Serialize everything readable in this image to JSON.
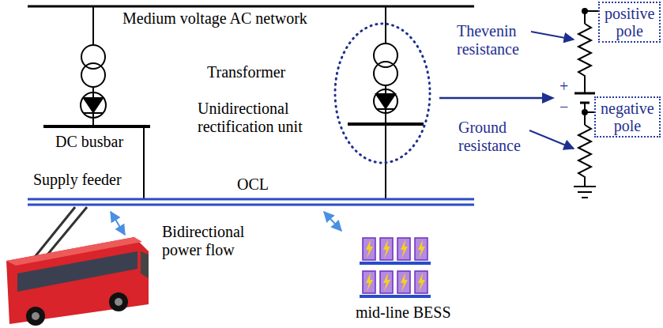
{
  "diagram": {
    "nodes": [
      {
        "text": [
          "positive pole"
        ]
      },
      {
        "text": [
          "negative pole"
        ]
      }
    ],
    "labels": [
      "Medium voltage AC network",
      "Transformer",
      "Unidirectional rectification unit",
      "DC busbar",
      "Supply feeder",
      "OCL",
      "Bidirectional power flow",
      "mid-line BESS",
      "Thevenin resistance",
      "Ground resistance",
      "+",
      "−"
    ]
  }
}
